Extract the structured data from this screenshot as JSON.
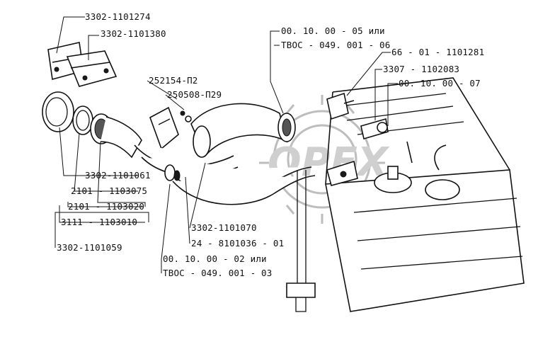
{
  "labels": [
    {
      "id": "l1",
      "text": "3302-1101274"
    },
    {
      "id": "l2",
      "text": "3302-1101380"
    },
    {
      "id": "l3",
      "text": "252154-П2"
    },
    {
      "id": "l4",
      "text": "250508-П29"
    },
    {
      "id": "l5",
      "text": "00. 10. 00 - 05 или"
    },
    {
      "id": "l6",
      "text": "ТВОС - 049. 001 - 06"
    },
    {
      "id": "l7",
      "text": "66 - 01 - 1101281"
    },
    {
      "id": "l8",
      "text": "3307 - 1102083"
    },
    {
      "id": "l9",
      "text": "00. 10. 00 - 07"
    },
    {
      "id": "l10",
      "text": "3302-1101061"
    },
    {
      "id": "l11",
      "text": "2101 - 1103075"
    },
    {
      "id": "l12",
      "text": "2101 - 1103020"
    },
    {
      "id": "l13",
      "text": "3111 - 1103010"
    },
    {
      "id": "l14",
      "text": "3302-1101059"
    },
    {
      "id": "l15",
      "text": "3302-1101070"
    },
    {
      "id": "l16",
      "text": "24 - 8101036 - 01"
    },
    {
      "id": "l17",
      "text": "00. 10. 00 - 02 или"
    },
    {
      "id": "l18",
      "text": "ТВОС - 049. 001 - 03"
    }
  ],
  "watermark": {
    "text": "OPEX"
  }
}
